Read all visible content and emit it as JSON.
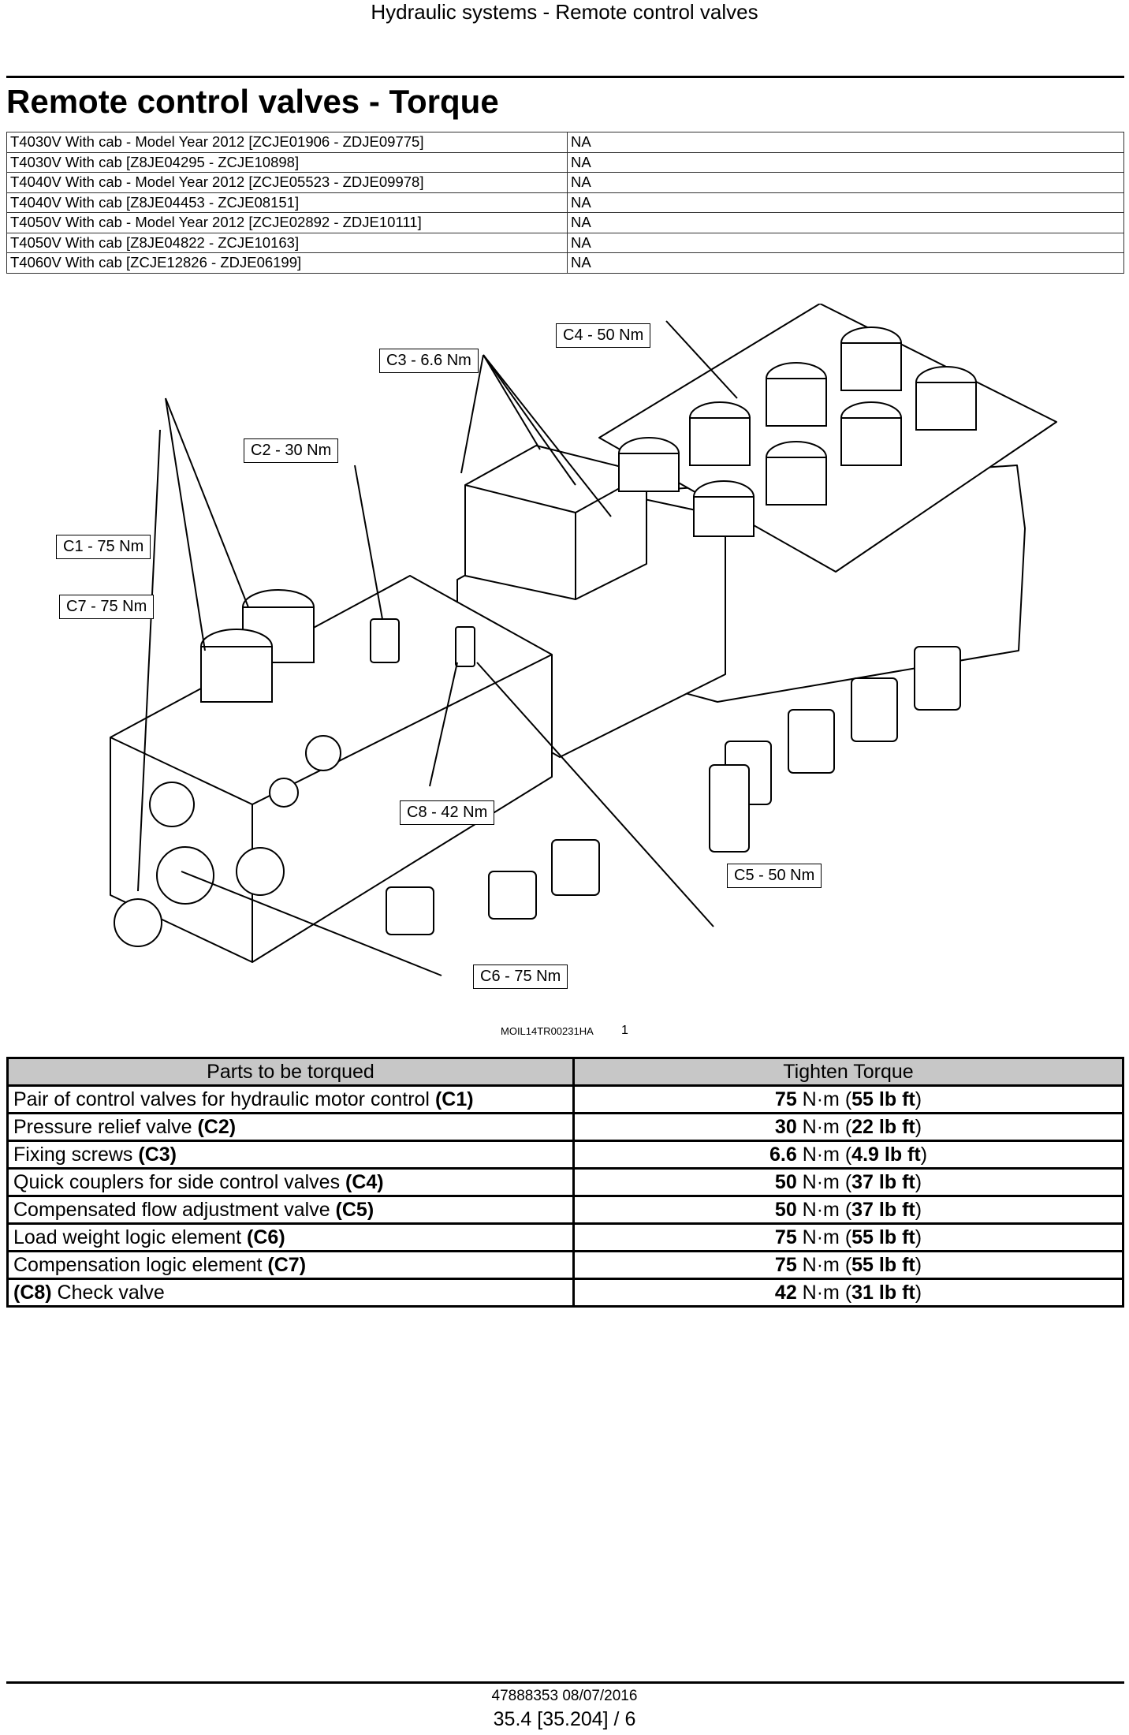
{
  "header": {
    "section_title": "Hydraulic systems - Remote control valves"
  },
  "page_title": "Remote control valves - Torque",
  "models": [
    {
      "model": "T4030V With cab - Model Year 2012 [ZCJE01906 - ZDJE09775]",
      "value": "NA"
    },
    {
      "model": "T4030V With cab [Z8JE04295 - ZCJE10898]",
      "value": "NA"
    },
    {
      "model": "T4040V With cab - Model Year 2012 [ZCJE05523 - ZDJE09978]",
      "value": "NA"
    },
    {
      "model": "T4040V With cab [Z8JE04453 - ZCJE08151]",
      "value": "NA"
    },
    {
      "model": "T4050V With cab - Model Year 2012 [ZCJE02892 - ZDJE10111]",
      "value": "NA"
    },
    {
      "model": "T4050V With cab [Z8JE04822 - ZCJE10163]",
      "value": "NA"
    },
    {
      "model": "T4060V With cab [ZCJE12826 - ZDJE06199]",
      "value": "NA"
    }
  ],
  "figure": {
    "callouts": {
      "c1": "C1 - 75 Nm",
      "c2": "C2 - 30 Nm",
      "c3": "C3 - 6.6 Nm",
      "c4": "C4 - 50 Nm",
      "c5": "C5 - 50 Nm",
      "c6": "C6 - 75 Nm",
      "c7": "C7 - 75 Nm",
      "c8": "C8 - 42 Nm"
    },
    "reference": "MOIL14TR00231HA",
    "number": "1"
  },
  "torque_table": {
    "headers": {
      "parts": "Parts to be torqued",
      "torque": "Tighten Torque"
    },
    "rows": [
      {
        "part_prefix": "",
        "part_text": "Pair of control valves for hydraulic motor control ",
        "part_code": "(C1)",
        "part_suffix": "",
        "nm": "75",
        "unit": " N·m (",
        "lbft": "55 lb ft",
        "close": ")"
      },
      {
        "part_prefix": "",
        "part_text": "Pressure relief valve ",
        "part_code": "(C2)",
        "part_suffix": "",
        "nm": "30",
        "unit": " N·m (",
        "lbft": "22 lb ft",
        "close": ")"
      },
      {
        "part_prefix": "",
        "part_text": "Fixing screws ",
        "part_code": "(C3)",
        "part_suffix": "",
        "nm": "6.6",
        "unit": " N·m (",
        "lbft": "4.9 lb ft",
        "close": ")"
      },
      {
        "part_prefix": "",
        "part_text": "Quick couplers for side control valves ",
        "part_code": "(C4)",
        "part_suffix": "",
        "nm": "50",
        "unit": " N·m (",
        "lbft": "37 lb ft",
        "close": ")"
      },
      {
        "part_prefix": "",
        "part_text": "Compensated flow adjustment valve ",
        "part_code": "(C5)",
        "part_suffix": "",
        "nm": "50",
        "unit": " N·m (",
        "lbft": "37 lb ft",
        "close": ")"
      },
      {
        "part_prefix": "",
        "part_text": "Load weight logic element ",
        "part_code": "(C6)",
        "part_suffix": "",
        "nm": "75",
        "unit": " N·m (",
        "lbft": "55 lb ft",
        "close": ")"
      },
      {
        "part_prefix": "",
        "part_text": "Compensation logic element ",
        "part_code": "(C7)",
        "part_suffix": "",
        "nm": "75",
        "unit": " N·m (",
        "lbft": "55 lb ft",
        "close": ")"
      },
      {
        "part_prefix": "(C8)",
        "part_text": " Check valve",
        "part_code": "",
        "part_suffix": "",
        "nm": "42",
        "unit": " N·m (",
        "lbft": "31 lb ft",
        "close": ")"
      }
    ]
  },
  "footer": {
    "doc_id": "47888353 08/07/2016",
    "page": "35.4 [35.204] / 6"
  }
}
